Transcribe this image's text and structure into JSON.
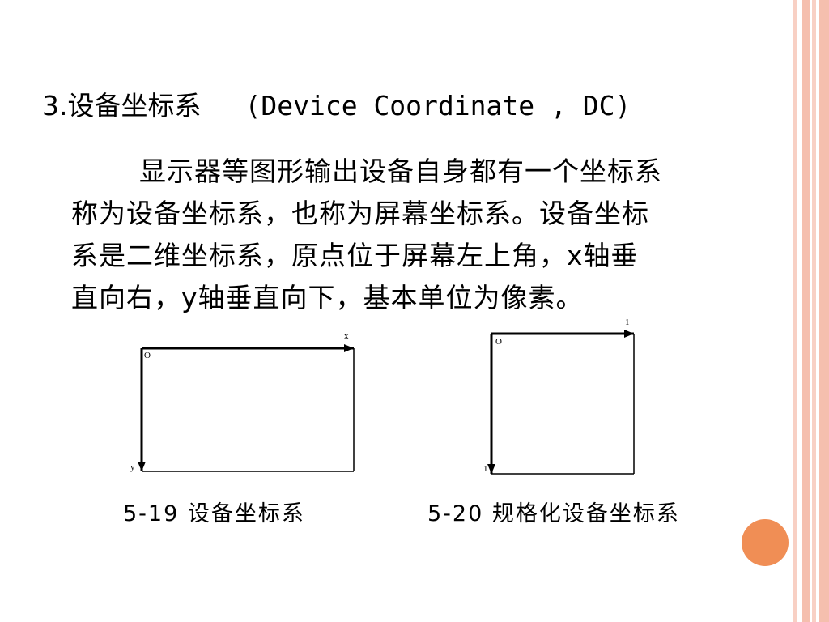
{
  "slide": {
    "accent_color": "#f08e55",
    "stripe_color": "#f5bfae",
    "title": {
      "number": "3.",
      "zh": "设备坐标系",
      "en": "(Device Coordinate , DC)"
    },
    "paragraph": {
      "lines": [
        "显示器等图形输出设备自身都有一个坐标系",
        "称为设备坐标系，也称为屏幕坐标系。设备坐标",
        "系是二维坐标系，原点位于屏幕左上角，x轴垂",
        "直向右，y轴垂直向下，基本单位为像素。"
      ]
    },
    "figures": [
      {
        "labels": {
          "origin": "O",
          "x_axis": "x",
          "y_axis": "y"
        },
        "caption": "5-19 设备坐标系"
      },
      {
        "labels": {
          "origin": "O",
          "x_axis_end": "1",
          "y_axis_end": "1"
        },
        "caption": "5-20 规格化设备坐标系"
      }
    ]
  }
}
